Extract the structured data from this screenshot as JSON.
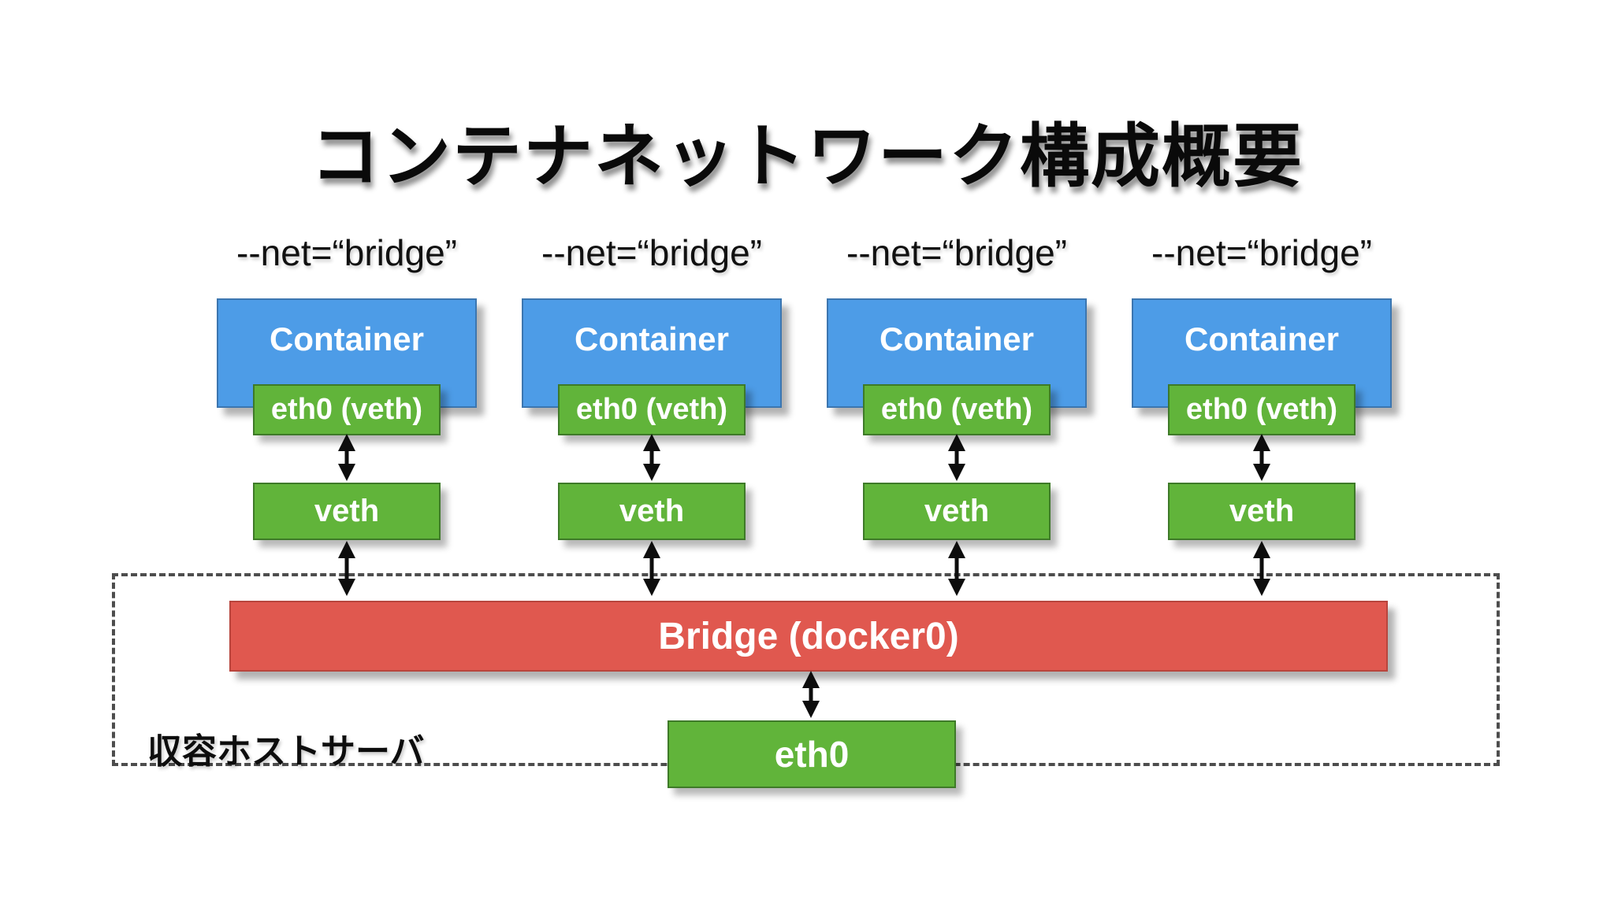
{
  "title": "コンテナネットワーク構成概要",
  "columns": [
    {
      "net_label": "--net=“bridge”",
      "container_label": "Container",
      "eth0_label": "eth0 (veth)",
      "veth_label": "veth"
    },
    {
      "net_label": "--net=“bridge”",
      "container_label": "Container",
      "eth0_label": "eth0 (veth)",
      "veth_label": "veth"
    },
    {
      "net_label": "--net=“bridge”",
      "container_label": "Container",
      "eth0_label": "eth0 (veth)",
      "veth_label": "veth"
    },
    {
      "net_label": "--net=“bridge”",
      "container_label": "Container",
      "eth0_label": "eth0 (veth)",
      "veth_label": "veth"
    }
  ],
  "host": {
    "label": "収容ホストサーバ",
    "bridge_label": "Bridge (docker0)",
    "eth0_label": "eth0"
  },
  "icons": {
    "double_arrow": "↕"
  },
  "colors": {
    "container_blue": "#4D9CE7",
    "interface_green": "#61B43A",
    "bridge_red": "#E0584F",
    "arrow_black": "#0d0d0d",
    "dashed_border_gray": "#4D4D4D",
    "box_text_white": "#FFFFFF",
    "label_text_black": "#111111",
    "background_white": "#FFFFFF"
  }
}
